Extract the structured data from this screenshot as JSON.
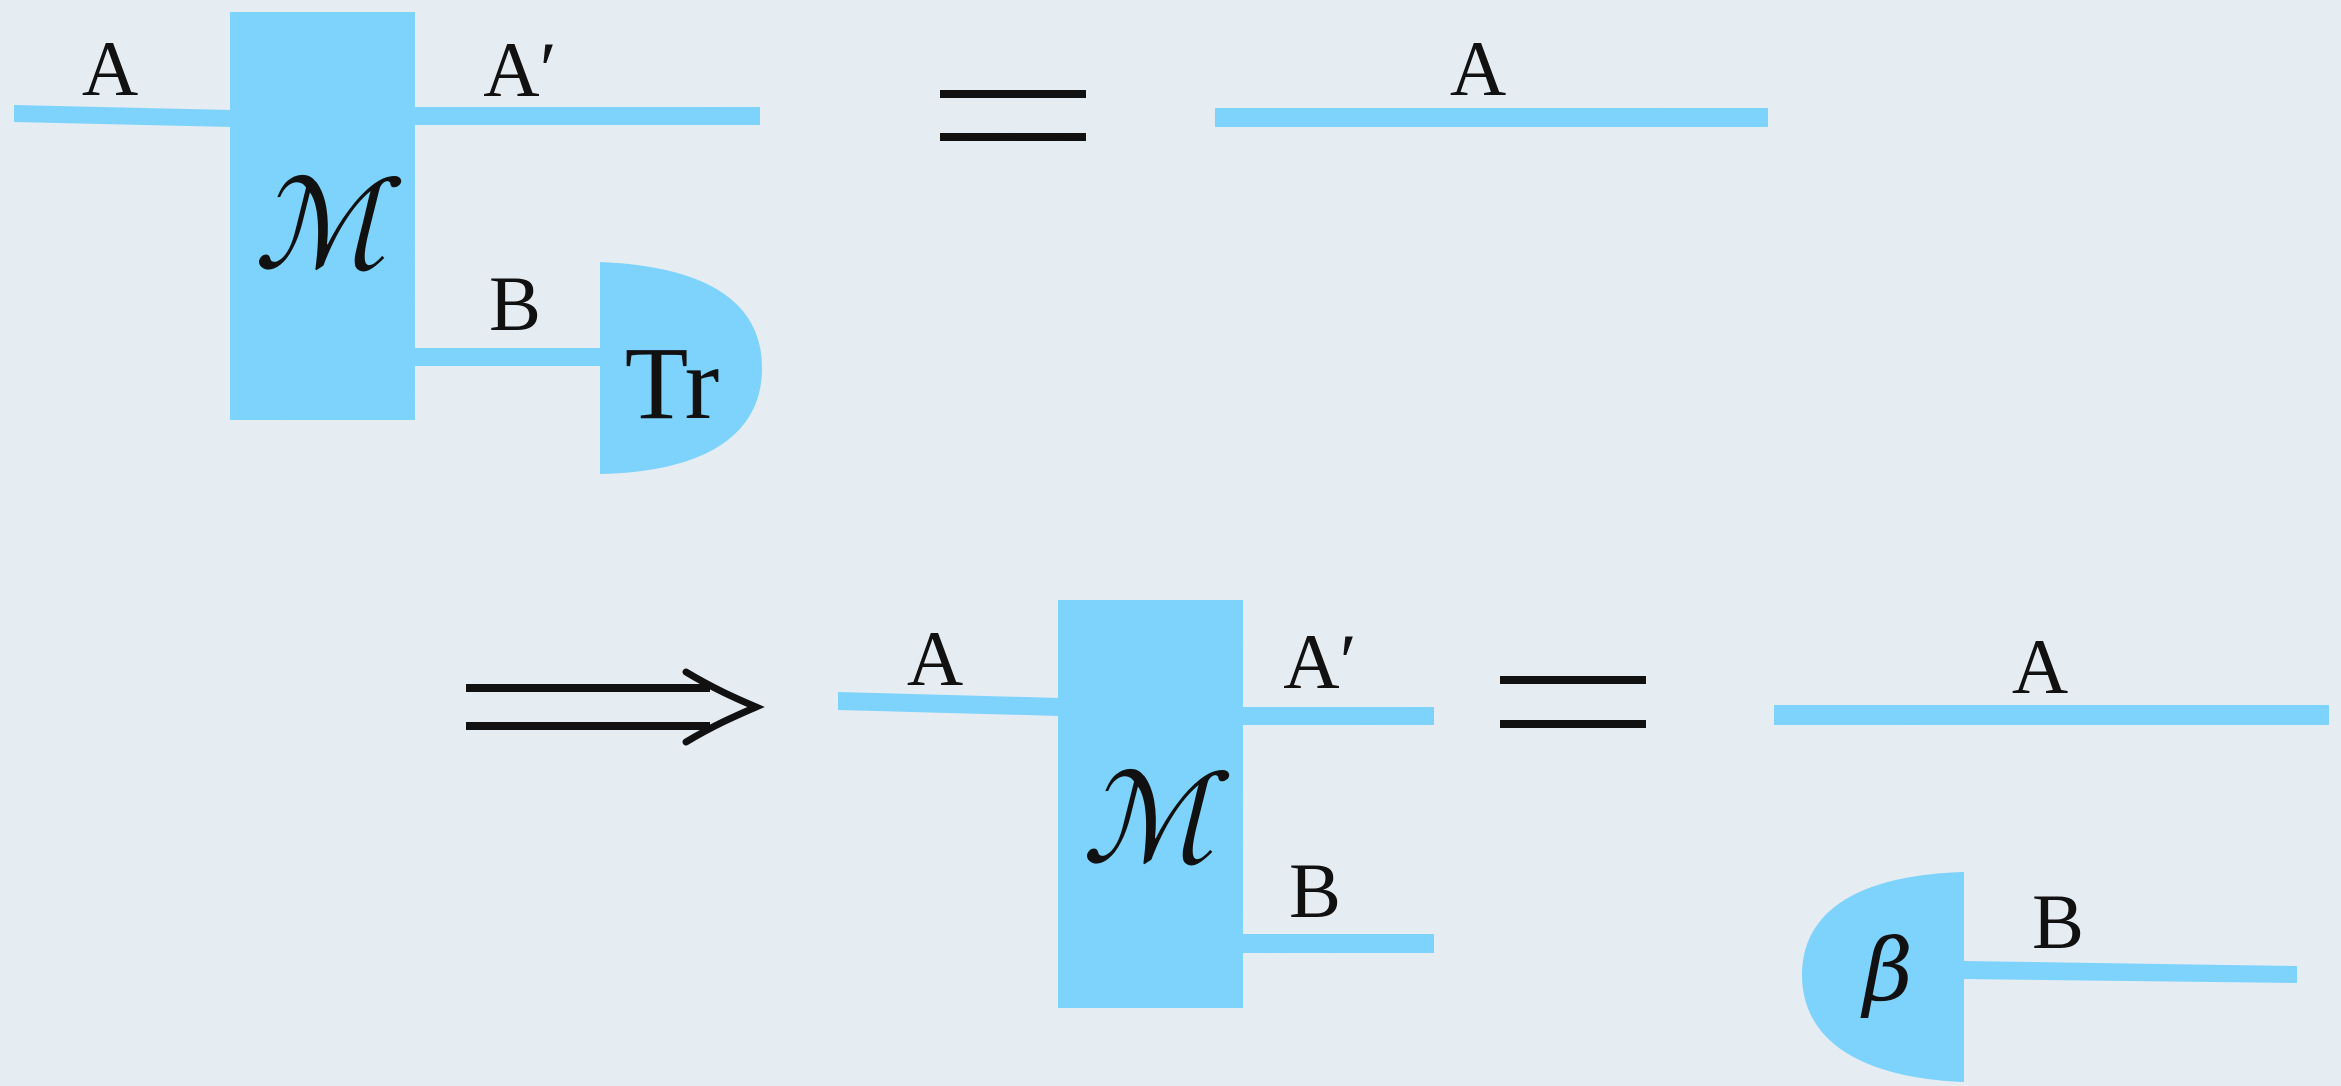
{
  "colors": {
    "background": "#e6edf3",
    "wire": "#7dd3fb",
    "box": "#7dd3fb",
    "ink": "#111111"
  },
  "top_equation": {
    "lhs": {
      "input_label": "A",
      "map_label": "ℳ",
      "output_label": "A′",
      "env_label": "B",
      "trace_label": "Tr"
    },
    "equals": "=",
    "rhs": {
      "wire_label": "A"
    }
  },
  "implies": "⟹",
  "bottom_equation": {
    "lhs": {
      "input_label": "A",
      "map_label": "ℳ",
      "output_label": "A′",
      "env_label": "B"
    },
    "equals": "=",
    "rhs": {
      "wire_label": "A",
      "state_label": "β",
      "state_output_label": "B"
    }
  }
}
